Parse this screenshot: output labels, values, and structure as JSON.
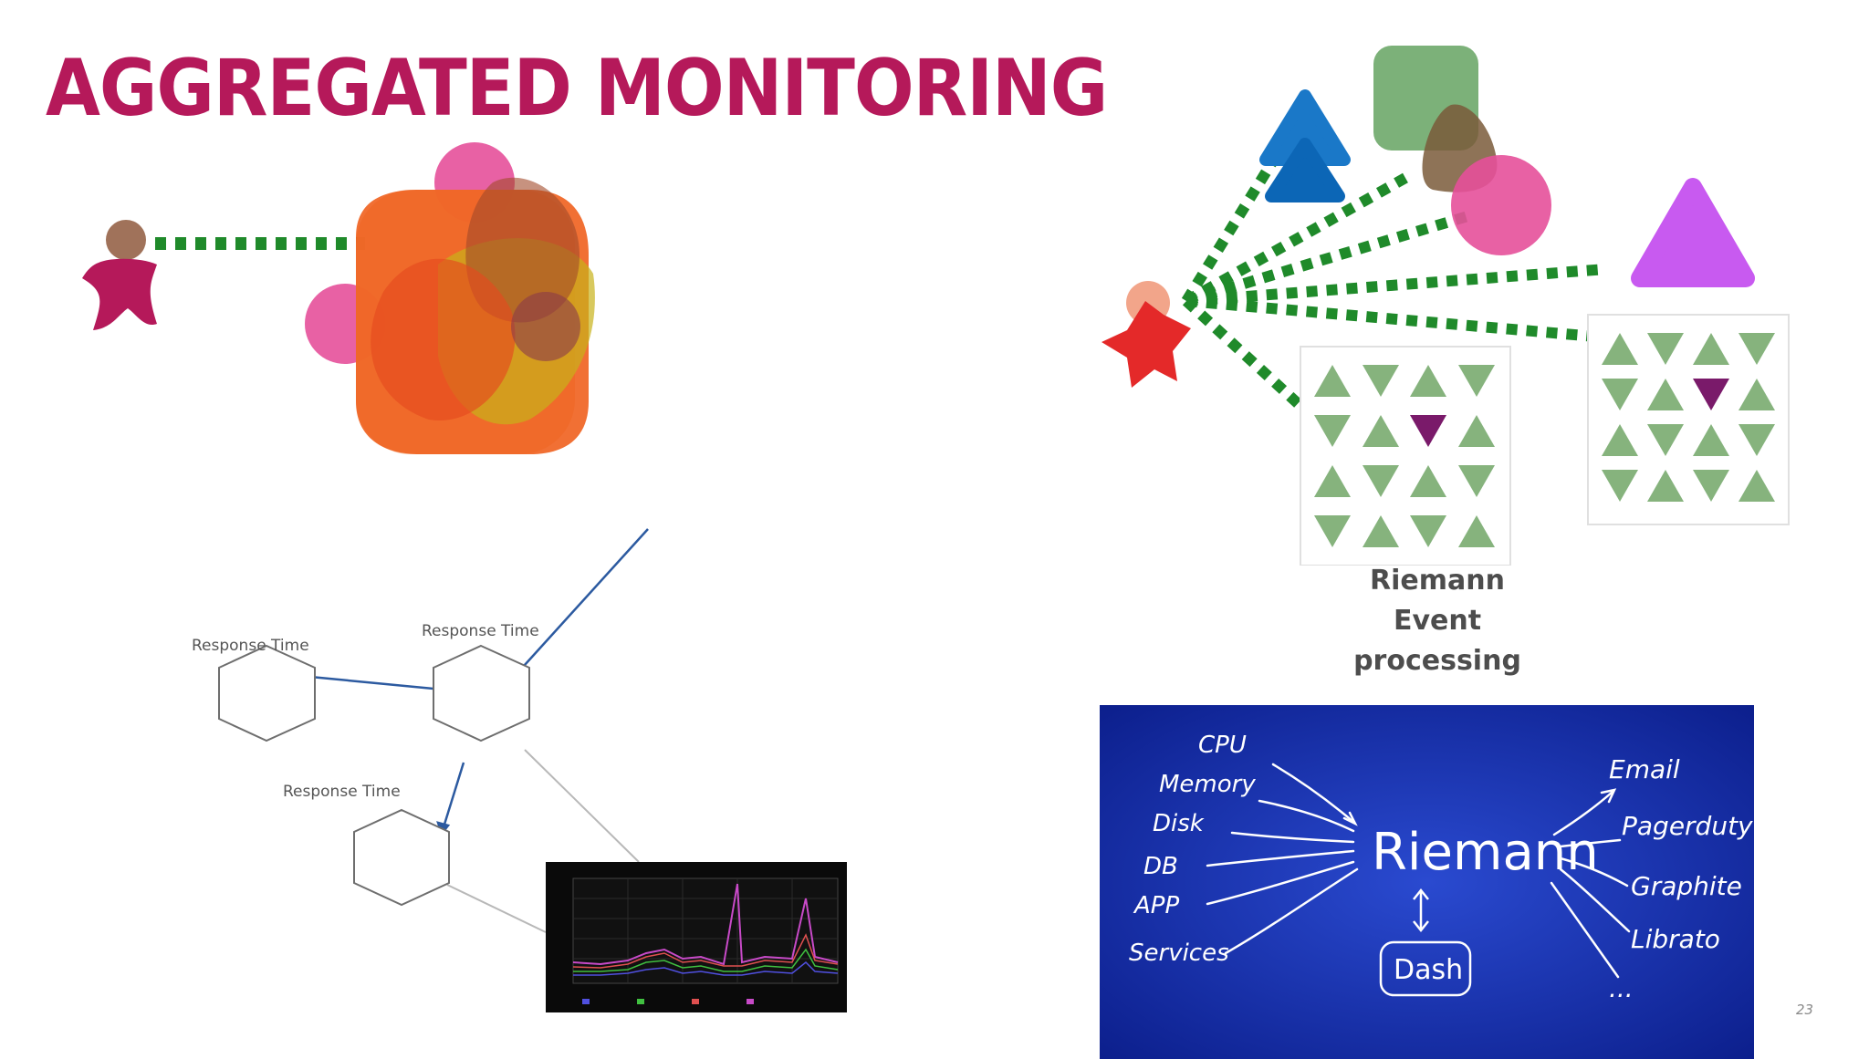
{
  "slide": {
    "title": "AGGREGATED MONITORING",
    "page_number": "23",
    "colors": {
      "title": "#b5195a",
      "dotted_line": "#1f8a2a",
      "riemann_bg": "#0d1f8c"
    }
  },
  "topology": {
    "labels": [
      "Response Time",
      "Response Time",
      "Response Time"
    ]
  },
  "caption": {
    "line1": "Riemann",
    "line2": "Event",
    "line3": "processing"
  },
  "riemann_diagram": {
    "inputs": [
      "CPU",
      "Memory",
      "Disk",
      "DB",
      "APP",
      "Services"
    ],
    "center": "Riemann",
    "dash": "Dash",
    "outputs": [
      "Email",
      "Pagerduty",
      "Graphite",
      "Librato",
      "..."
    ]
  }
}
